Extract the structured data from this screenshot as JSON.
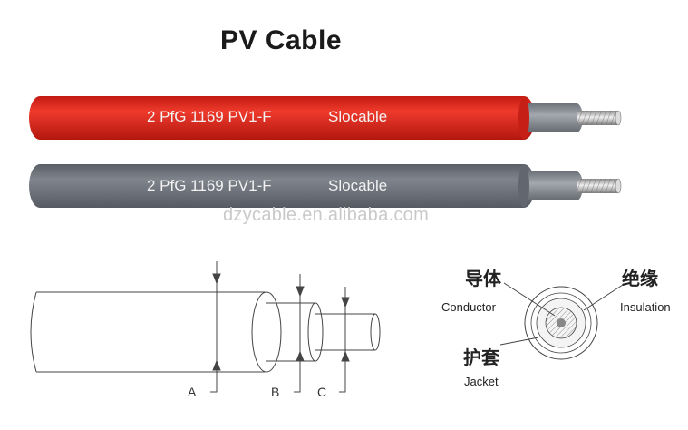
{
  "title": "PV Cable",
  "cables": [
    {
      "marking": "2 PfG 1169 PV1-F",
      "brand": "Slocable",
      "jacket_color": "#e0281e"
    },
    {
      "marking": "2 PfG 1169 PV1-F",
      "brand": "Slocable",
      "jacket_color": "#6e727a"
    }
  ],
  "watermark": "dzycable.en.alibaba.com",
  "dimension_labels": {
    "a": "A",
    "b": "B",
    "c": "C"
  },
  "cross_section": {
    "conductor": {
      "zh": "导体",
      "en": "Conductor"
    },
    "insulation": {
      "zh": "绝缘",
      "en": "Insulation"
    },
    "jacket": {
      "zh": "护套",
      "en": "Jacket"
    }
  },
  "colors": {
    "insulation": "#8e9299",
    "conductor": "#c8c8c8",
    "line": "#444444"
  }
}
